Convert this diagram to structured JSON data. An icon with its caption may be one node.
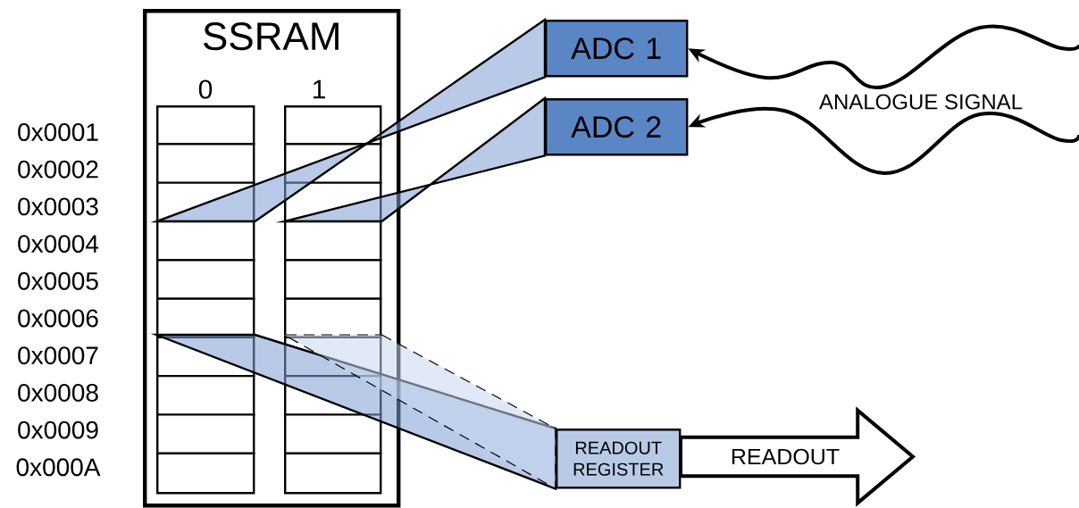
{
  "diagram": {
    "nodes": [
      {
        "text": [
          "SSRAM"
        ]
      },
      {
        "text": [],
        "shape": "box",
        "in": 0
      },
      {
        "text": [],
        "shape": "box",
        "in": 0
      },
      {
        "text": [
          "ADC 1"
        ]
      },
      {
        "text": [
          "ADC 2"
        ]
      },
      {
        "text": [
          "READOUT REGISTER"
        ]
      },
      {
        "text": [
          "READOUT"
        ]
      }
    ],
    "edges": [
      {
        "from": 1,
        "to": 3,
        "arrow": "none"
      },
      {
        "from": 2,
        "to": 4,
        "arrow": "none"
      },
      {
        "from": 1,
        "to": 5,
        "arrow": "none"
      },
      {
        "from": 2,
        "to": 5,
        "arrow": "none",
        "style": "dashed"
      },
      {
        "from": null,
        "to": 3,
        "arrow": "to"
      },
      {
        "from": null,
        "to": 4,
        "arrow": "to"
      }
    ],
    "labels": [
      "0",
      "1",
      "0x0001",
      "0x0002",
      "0x0003",
      "0x0004",
      "0x0005",
      "0x0006",
      "0x0007",
      "0x0008",
      "0x0009",
      "0x000A",
      "ANALOGUE SIGNAL"
    ]
  }
}
